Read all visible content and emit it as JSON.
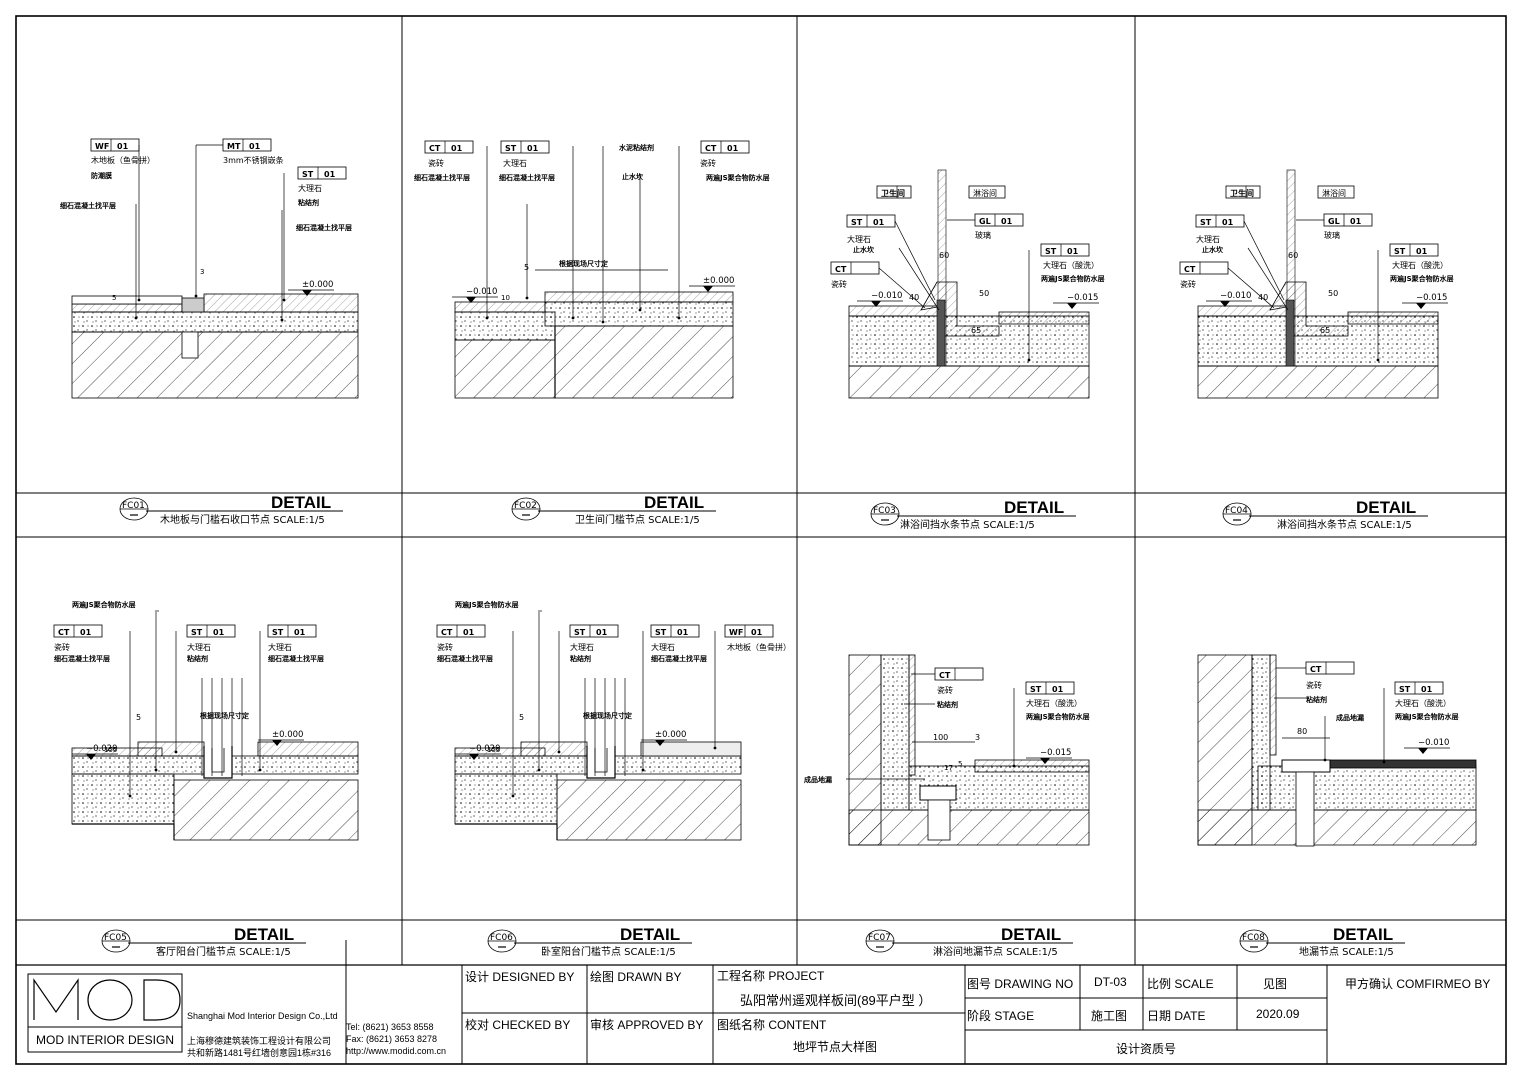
{
  "panels": [
    {
      "code": "FC01",
      "heading": "DETAIL",
      "caption": "木地板与门槛石收口节点",
      "scale": "SCALE:1/5",
      "labels": {
        "tag1": "WF",
        "num1": "01",
        "t1": "木地板（鱼骨拼）",
        "t2": "防潮膜",
        "t3": "细石混凝土找平层",
        "tag2": "MT",
        "num2": "01",
        "t4": "3mm不锈钢嵌条",
        "tag3": "ST",
        "num3": "01",
        "t5": "大理石",
        "t6": "粘结剂",
        "t7": "细石混凝土找平层",
        "d1": "3",
        "d2": "5",
        "lvl": "±0.000"
      }
    },
    {
      "code": "FC02",
      "heading": "DETAIL",
      "caption": "卫生间门槛节点",
      "scale": "SCALE:1/5",
      "labels": {
        "tag1": "CT",
        "num1": "01",
        "t1": "瓷砖",
        "t2": "细石混凝土找平层",
        "tag2": "ST",
        "num2": "01",
        "t3": "大理石",
        "t4": "细石混凝土找平层",
        "t5": "水泥粘结剂",
        "t6": "止水坎",
        "tag3": "CT",
        "num3": "01",
        "t7": "瓷砖",
        "t8": "两遍JS聚合物防水层",
        "d1": "5",
        "d2": "根据现场尺寸定",
        "d3": "10",
        "lvl1": "−0.010",
        "lvl2": "±0.000"
      }
    },
    {
      "code": "FC03",
      "heading": "DETAIL",
      "caption": "淋浴间挡水条节点",
      "scale": "SCALE:1/5",
      "labels": {
        "room1": "卫生间",
        "room2": "淋浴间",
        "tag1": "ST",
        "num1": "01",
        "t1": "大理石",
        "t2": "止水坎",
        "tag2": "CT",
        "t3": "瓷砖",
        "tag3": "GL",
        "num3": "01",
        "t4": "玻璃",
        "tag4": "ST",
        "num4": "01",
        "t5": "大理石（酸洗）",
        "t6": "两遍JS聚合物防水层",
        "d1": "60",
        "d2": "40",
        "d3": "50",
        "d4": "65",
        "lvl1": "−0.010",
        "lvl2": "−0.015"
      }
    },
    {
      "code": "FC04",
      "heading": "DETAIL",
      "caption": "淋浴间挡水条节点",
      "scale": "SCALE:1/5",
      "labels": {
        "room1": "卫生间",
        "room2": "淋浴间",
        "tag1": "ST",
        "num1": "01",
        "t1": "大理石",
        "t2": "止水坎",
        "tag2": "CT",
        "t3": "瓷砖",
        "tag3": "GL",
        "num3": "01",
        "t4": "玻璃",
        "tag4": "ST",
        "num4": "01",
        "t5": "大理石（酸洗）",
        "t6": "两遍JS聚合物防水层",
        "d1": "60",
        "d2": "40",
        "d3": "50",
        "d4": "65",
        "lvl1": "−0.010",
        "lvl2": "−0.015"
      }
    },
    {
      "code": "FC05",
      "heading": "DETAIL",
      "caption": "客厅阳台门槛节点",
      "scale": "SCALE:1/5",
      "labels": {
        "t0": "两遍JS聚合物防水层",
        "tag1": "CT",
        "num1": "01",
        "t1": "瓷砖",
        "t2": "细石混凝土找平层",
        "tag2": "ST",
        "num2": "01",
        "t3": "大理石",
        "t4": "粘结剂",
        "tag3": "ST",
        "num3": "01",
        "t5": "大理石",
        "t6": "细石混凝土找平层",
        "d1": "5",
        "d2": "155",
        "d3": "根据现场尺寸定",
        "lvl1": "−0.020",
        "lvl2": "±0.000"
      }
    },
    {
      "code": "FC06",
      "heading": "DETAIL",
      "caption": "卧室阳台门槛节点",
      "scale": "SCALE:1/5",
      "labels": {
        "t0": "两遍JS聚合物防水层",
        "tag1": "CT",
        "num1": "01",
        "t1": "瓷砖",
        "t2": "细石混凝土找平层",
        "tag2": "ST",
        "num2": "01",
        "t3": "大理石",
        "t4": "粘结剂",
        "tag3": "ST",
        "num3": "01",
        "t5": "大理石",
        "t6": "细石混凝土找平层",
        "tag4": "WF",
        "num4": "01",
        "t7": "木地板（鱼骨拼）",
        "d1": "5",
        "d2": "155",
        "d3": "根据现场尺寸定",
        "lvl1": "−0.020",
        "lvl2": "±0.000"
      }
    },
    {
      "code": "FC07",
      "heading": "DETAIL",
      "caption": "淋浴间地漏节点",
      "scale": "SCALE:1/5",
      "labels": {
        "tag1": "CT",
        "t1": "瓷砖",
        "t2": "粘结剂",
        "tag2": "ST",
        "num2": "01",
        "t3": "大理石（酸洗）",
        "t4": "两遍JS聚合物防水层",
        "t5": "成品地漏",
        "d1": "100",
        "d2": "3",
        "d3": "17",
        "d4": "5",
        "lvl1": "−0.015"
      }
    },
    {
      "code": "FC08",
      "heading": "DETAIL",
      "caption": "地漏节点",
      "scale": "SCALE:1/5",
      "labels": {
        "tag1": "CT",
        "t1": "瓷砖",
        "t2": "粘结剂",
        "t3": "成品地漏",
        "tag2": "ST",
        "num2": "01",
        "t4": "大理石（酸洗）",
        "t5": "两遍JS聚合物防水层",
        "d1": "80",
        "lvl1": "−0.010"
      }
    }
  ],
  "titleblock": {
    "logo": "MOD",
    "logo_caption": "MOD INTERIOR DESIGN",
    "company_en": "Shanghai Mod Interior Design Co.,Ltd",
    "company_cn": "上海穆德建筑装饰工程设计有限公司",
    "address": "共和新路1481号红墙创意园1栋#316",
    "tel": "Tel:  (8621) 3653 8558",
    "fax": "Fax: (8621) 3653 8278",
    "web": "http://www.modid.com.cn",
    "designed": "设计 DESIGNED BY",
    "drawn": "绘图 DRAWN BY",
    "checked": "校对 CHECKED BY",
    "approved": "审核 APPROVED BY",
    "project_label": "工程名称 PROJECT",
    "project": "弘阳常州遥观样板间(89平户型 ）",
    "content_label": "图纸名称 CONTENT",
    "content": "地坪节点大样图",
    "drawing_no_label": "图号 DRAWING NO",
    "drawing_no": "DT-03",
    "scale_label": "比例 SCALE",
    "scale": "见图",
    "stage_label": "阶段 STAGE",
    "stage": "施工图",
    "date_label": "日期 DATE",
    "date": "2020.09",
    "cert": "设计资质号",
    "confirm": "甲方确认 COMFIRMEO BY"
  }
}
